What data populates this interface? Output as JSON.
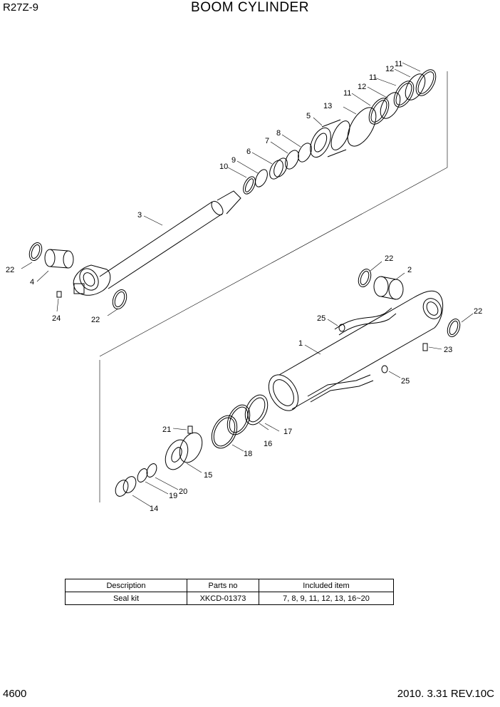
{
  "header": {
    "model": "R27Z-9",
    "title": "BOOM CYLINDER"
  },
  "callouts": {
    "p1": "1",
    "p2": "2",
    "p3": "3",
    "p4": "4",
    "p5": "5",
    "p6": "6",
    "p7": "7",
    "p8": "8",
    "p9": "9",
    "p10": "10",
    "p11a": "11",
    "p11b": "11",
    "p11c": "11",
    "p12a": "12",
    "p12b": "12",
    "p13": "13",
    "p14": "14",
    "p15": "15",
    "p16": "16",
    "p17": "17",
    "p18": "18",
    "p19": "19",
    "p20": "20",
    "p21": "21",
    "p22a": "22",
    "p22b": "22",
    "p22c": "22",
    "p22d": "22",
    "p23": "23",
    "p24": "24",
    "p25a": "25",
    "p25b": "25"
  },
  "kit_table": {
    "headers": [
      "Description",
      "Parts no",
      "Included item"
    ],
    "row": [
      "Seal kit",
      "XKCD-01373",
      "7, 8, 9, 11, 12, 13, 16~20"
    ]
  },
  "footer": {
    "page": "4600",
    "revision": "2010. 3.31  REV.10C"
  }
}
